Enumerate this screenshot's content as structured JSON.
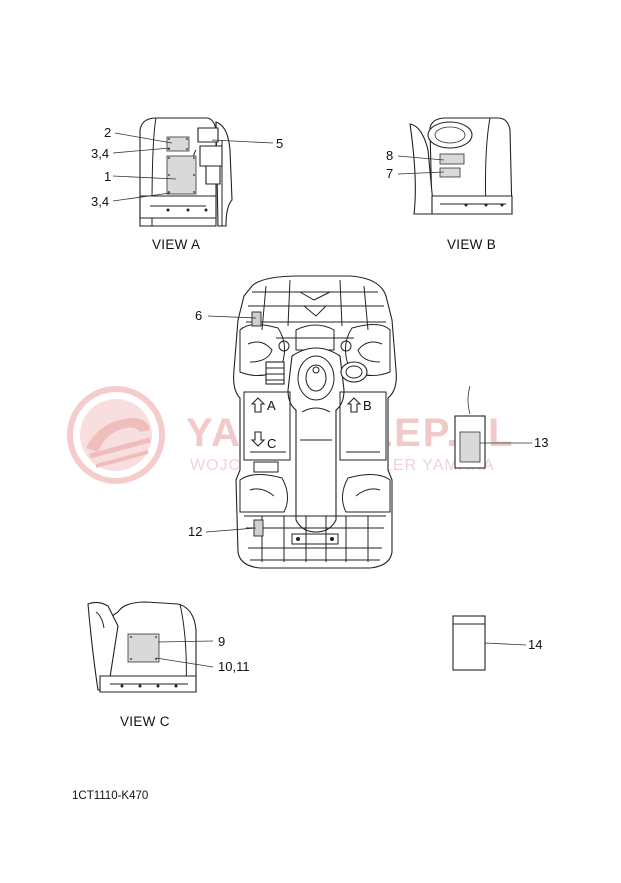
{
  "views": {
    "a": "VIEW A",
    "b": "VIEW B",
    "c": "VIEW C"
  },
  "callouts": {
    "c1": "1",
    "c2": "2",
    "c34_top": "3,4",
    "c34_bottom": "3,4",
    "c5": "5",
    "c6": "6",
    "c7": "7",
    "c8": "8",
    "c9": "9",
    "c1011": "10,11",
    "c12": "12",
    "c13": "13",
    "c14": "14"
  },
  "direction_markers": {
    "a": "A",
    "b": "B",
    "c": "C"
  },
  "diagram_code": "1CT1110-K470",
  "watermark": {
    "brand": "YAMASKLEP.PL",
    "tagline": "WOJCIECHOWICZ DEALER YAMAHA"
  },
  "colors": {
    "watermark": "#f2c9c9",
    "line": "#222222"
  }
}
